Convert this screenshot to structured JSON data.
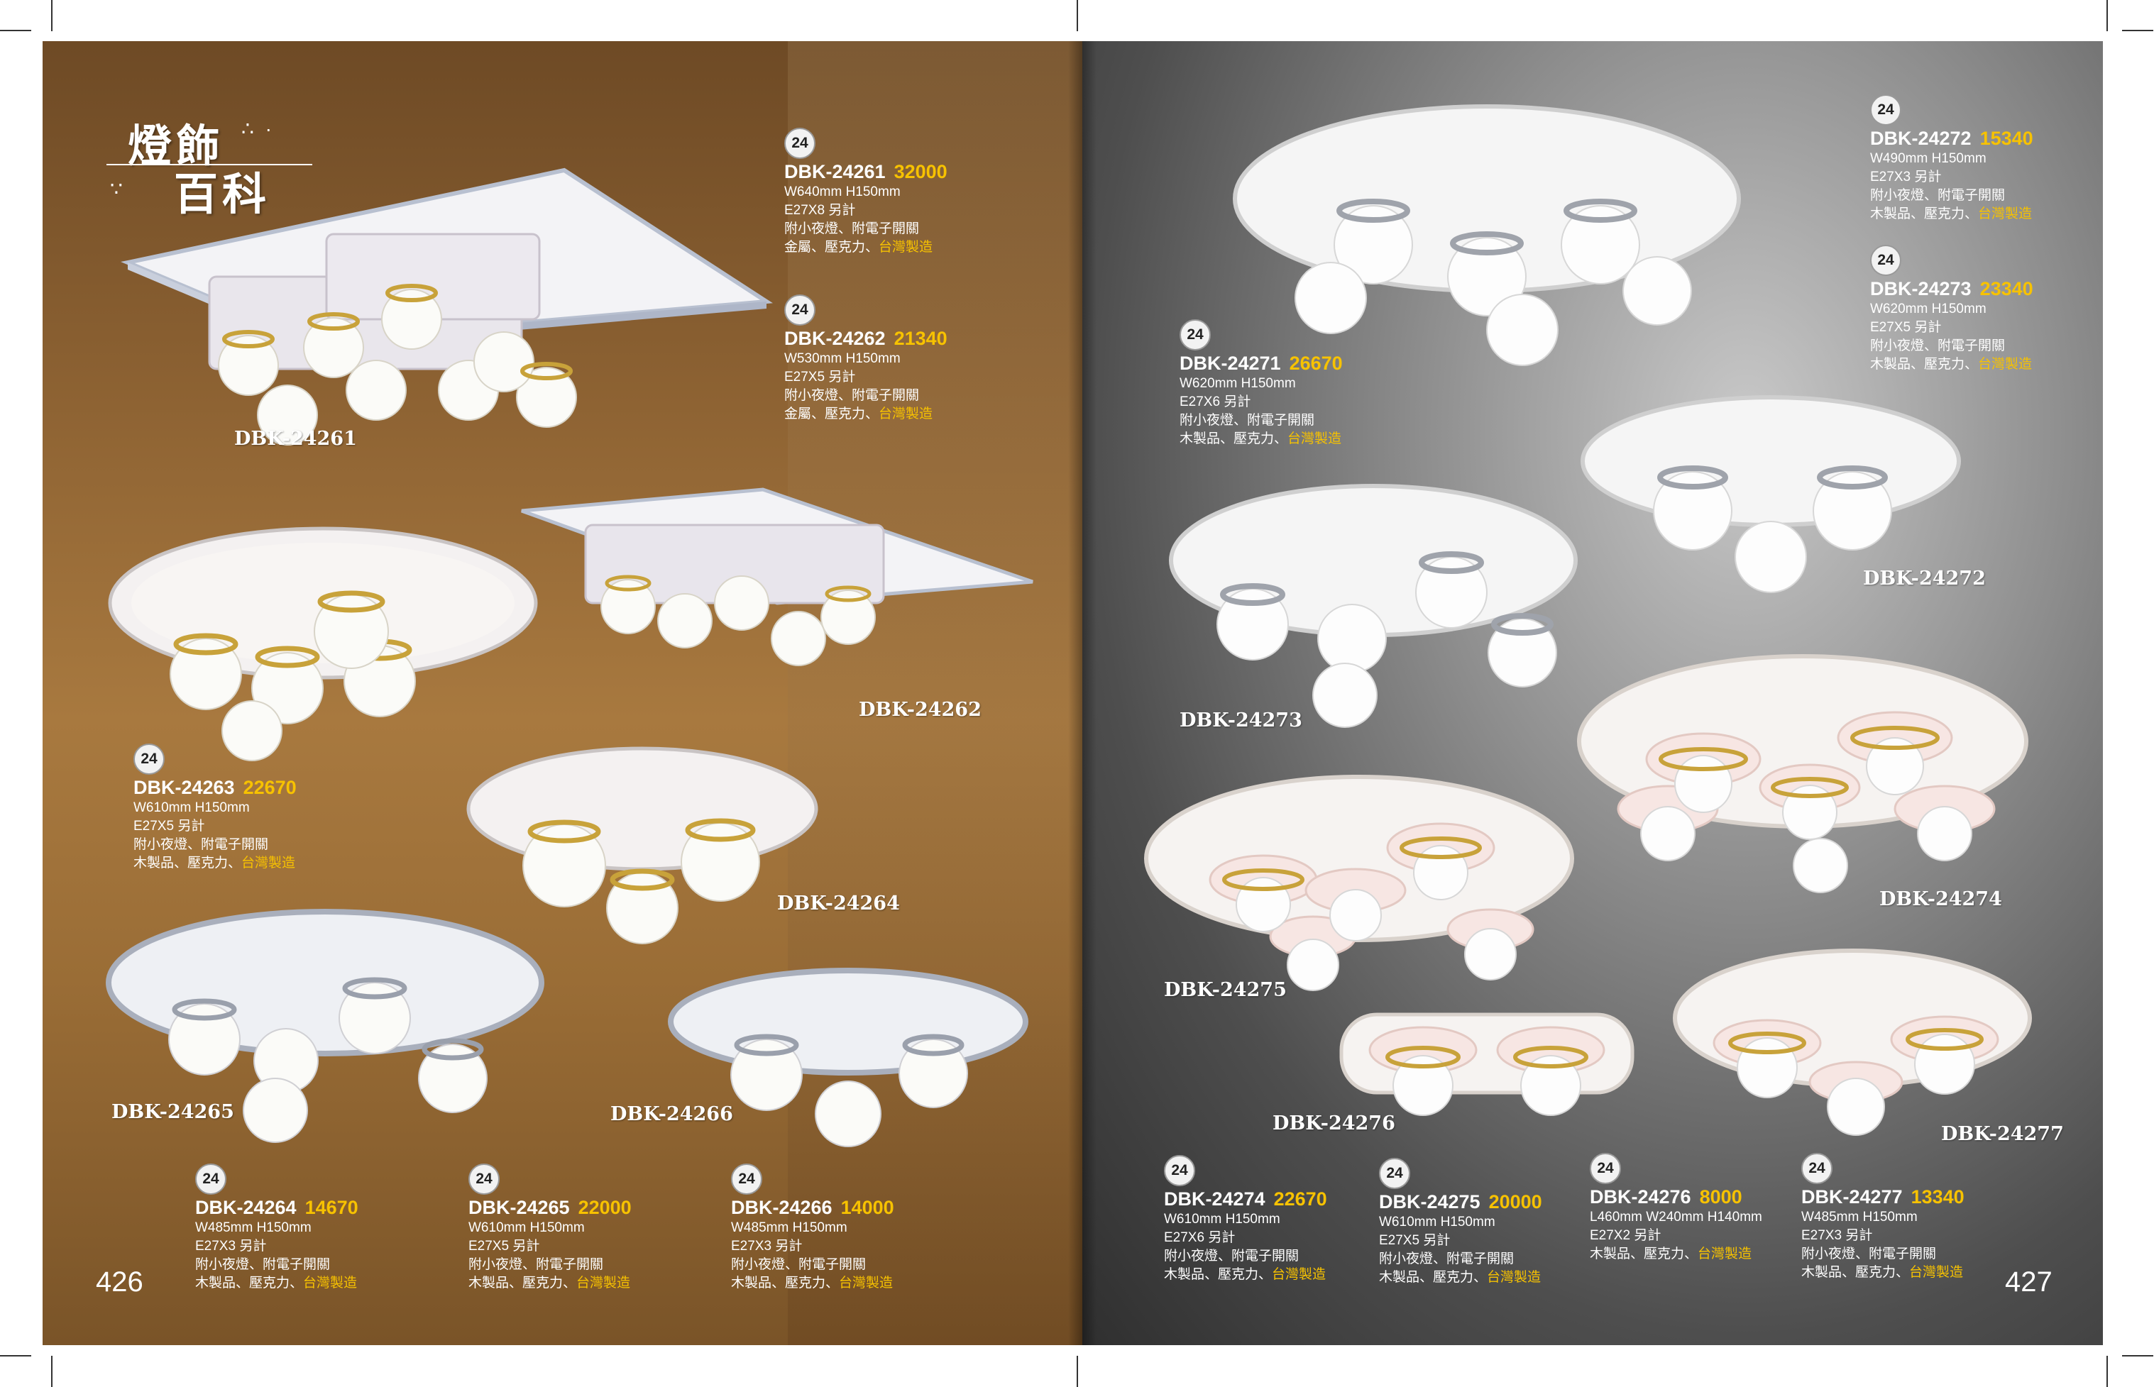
{
  "logo": {
    "line1": "燈飾",
    "line2": "百科"
  },
  "colors": {
    "price": "#f7c200",
    "badge": "#f2f2f2",
    "text": "#ffffff"
  },
  "left_page": {
    "page_number": "426",
    "specs": [
      {
        "badge": "24",
        "code": "DBK-24261",
        "price": "32000",
        "size": "W640mm H150mm",
        "bulbs": "E27X8 另計",
        "features": "附小夜燈、附電子開關",
        "material": "金屬、壓克力、",
        "origin": "台灣製造"
      },
      {
        "badge": "24",
        "code": "DBK-24262",
        "price": "21340",
        "size": "W530mm H150mm",
        "bulbs": "E27X5 另計",
        "features": "附小夜燈、附電子開關",
        "material": "金屬、壓克力、",
        "origin": "台灣製造"
      },
      {
        "badge": "24",
        "code": "DBK-24263",
        "price": "22670",
        "size": "W610mm H150mm",
        "bulbs": "E27X5 另計",
        "features": "附小夜燈、附電子開關",
        "material": "木製品、壓克力、",
        "origin": "台灣製造"
      },
      {
        "badge": "24",
        "code": "DBK-24264",
        "price": "14670",
        "size": "W485mm H150mm",
        "bulbs": "E27X3 另計",
        "features": "附小夜燈、附電子開關",
        "material": "木製品、壓克力、",
        "origin": "台灣製造"
      },
      {
        "badge": "24",
        "code": "DBK-24265",
        "price": "22000",
        "size": "W610mm H150mm",
        "bulbs": "E27X5 另計",
        "features": "附小夜燈、附電子開關",
        "material": "木製品、壓克力、",
        "origin": "台灣製造"
      },
      {
        "badge": "24",
        "code": "DBK-24266",
        "price": "14000",
        "size": "W485mm H150mm",
        "bulbs": "E27X3 另計",
        "features": "附小夜燈、附電子開關",
        "material": "木製品、壓克力、",
        "origin": "台灣製造"
      }
    ],
    "photo_labels": [
      "DBK-24261",
      "DBK-24262",
      "DBK-24264",
      "DBK-24265",
      "DBK-24266"
    ]
  },
  "right_page": {
    "page_number": "427",
    "specs": [
      {
        "badge": "24",
        "code": "DBK-24272",
        "price": "15340",
        "size": "W490mm H150mm",
        "bulbs": "E27X3 另計",
        "features": "附小夜燈、附電子開關",
        "material": "木製品、壓克力、",
        "origin": "台灣製造"
      },
      {
        "badge": "24",
        "code": "DBK-24273",
        "price": "23340",
        "size": "W620mm H150mm",
        "bulbs": "E27X5 另計",
        "features": "附小夜燈、附電子開關",
        "material": "木製品、壓克力、",
        "origin": "台灣製造"
      },
      {
        "badge": "24",
        "code": "DBK-24271",
        "price": "26670",
        "size": "W620mm H150mm",
        "bulbs": "E27X6 另計",
        "features": "附小夜燈、附電子開關",
        "material": "木製品、壓克力、",
        "origin": "台灣製造"
      },
      {
        "badge": "24",
        "code": "DBK-24274",
        "price": "22670",
        "size": "W610mm H150mm",
        "bulbs": "E27X6 另計",
        "features": "附小夜燈、附電子開關",
        "material": "木製品、壓克力、",
        "origin": "台灣製造"
      },
      {
        "badge": "24",
        "code": "DBK-24275",
        "price": "20000",
        "size": "W610mm H150mm",
        "bulbs": "E27X5 另計",
        "features": "附小夜燈、附電子開關",
        "material": "木製品、壓克力、",
        "origin": "台灣製造"
      },
      {
        "badge": "24",
        "code": "DBK-24276",
        "price": "8000",
        "size": "L460mm W240mm H140mm",
        "bulbs": "E27X2 另計",
        "features": "",
        "material": "木製品、壓克力、",
        "origin": "台灣製造"
      },
      {
        "badge": "24",
        "code": "DBK-24277",
        "price": "13340",
        "size": "W485mm H150mm",
        "bulbs": "E27X3 另計",
        "features": "附小夜燈、附電子開關",
        "material": "木製品、壓克力、",
        "origin": "台灣製造"
      }
    ],
    "photo_labels": [
      "DBK-24272",
      "DBK-24273",
      "DBK-24274",
      "DBK-24275",
      "DBK-24276",
      "DBK-24277"
    ]
  }
}
